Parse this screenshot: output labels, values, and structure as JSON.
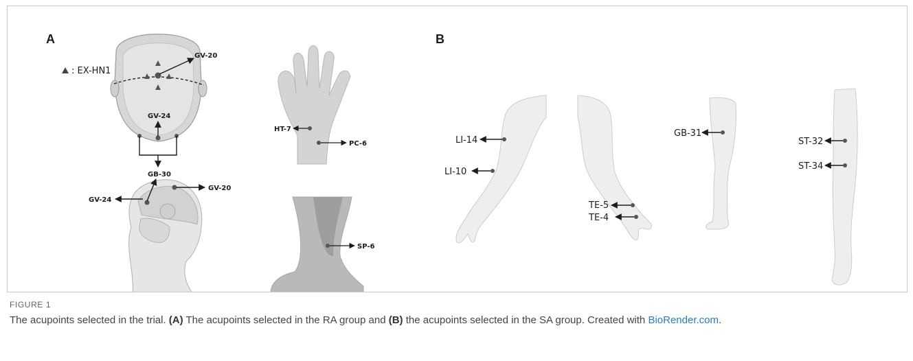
{
  "panels": {
    "a": {
      "letter": "A",
      "legend_text": ": EX-HN1",
      "points": {
        "gv20_top": "GV-20",
        "gv24_top": "GV-24",
        "gb30": "GB-30",
        "gv24_side": "GV-24",
        "gv20_side": "GV-20",
        "ht7": "HT-7",
        "pc6": "PC-6",
        "sp6": "SP-6"
      }
    },
    "b": {
      "letter": "B",
      "points": {
        "li14": "LI-14",
        "li10": "LI-10",
        "te5": "TE-5",
        "te4": "TE-4",
        "gb31": "GB-31",
        "st32": "ST-32",
        "st34": "ST-34"
      }
    }
  },
  "caption": {
    "label": "FIGURE 1",
    "line1": "The acupoints selected in the trial. ",
    "a_ref": "(A)",
    "a_text": " The acupoints selected in the RA group and ",
    "b_ref": "(B)",
    "b_text": " the acupoints selected in the SA group. Created with ",
    "credit": "BioRender.com",
    "end": "."
  }
}
